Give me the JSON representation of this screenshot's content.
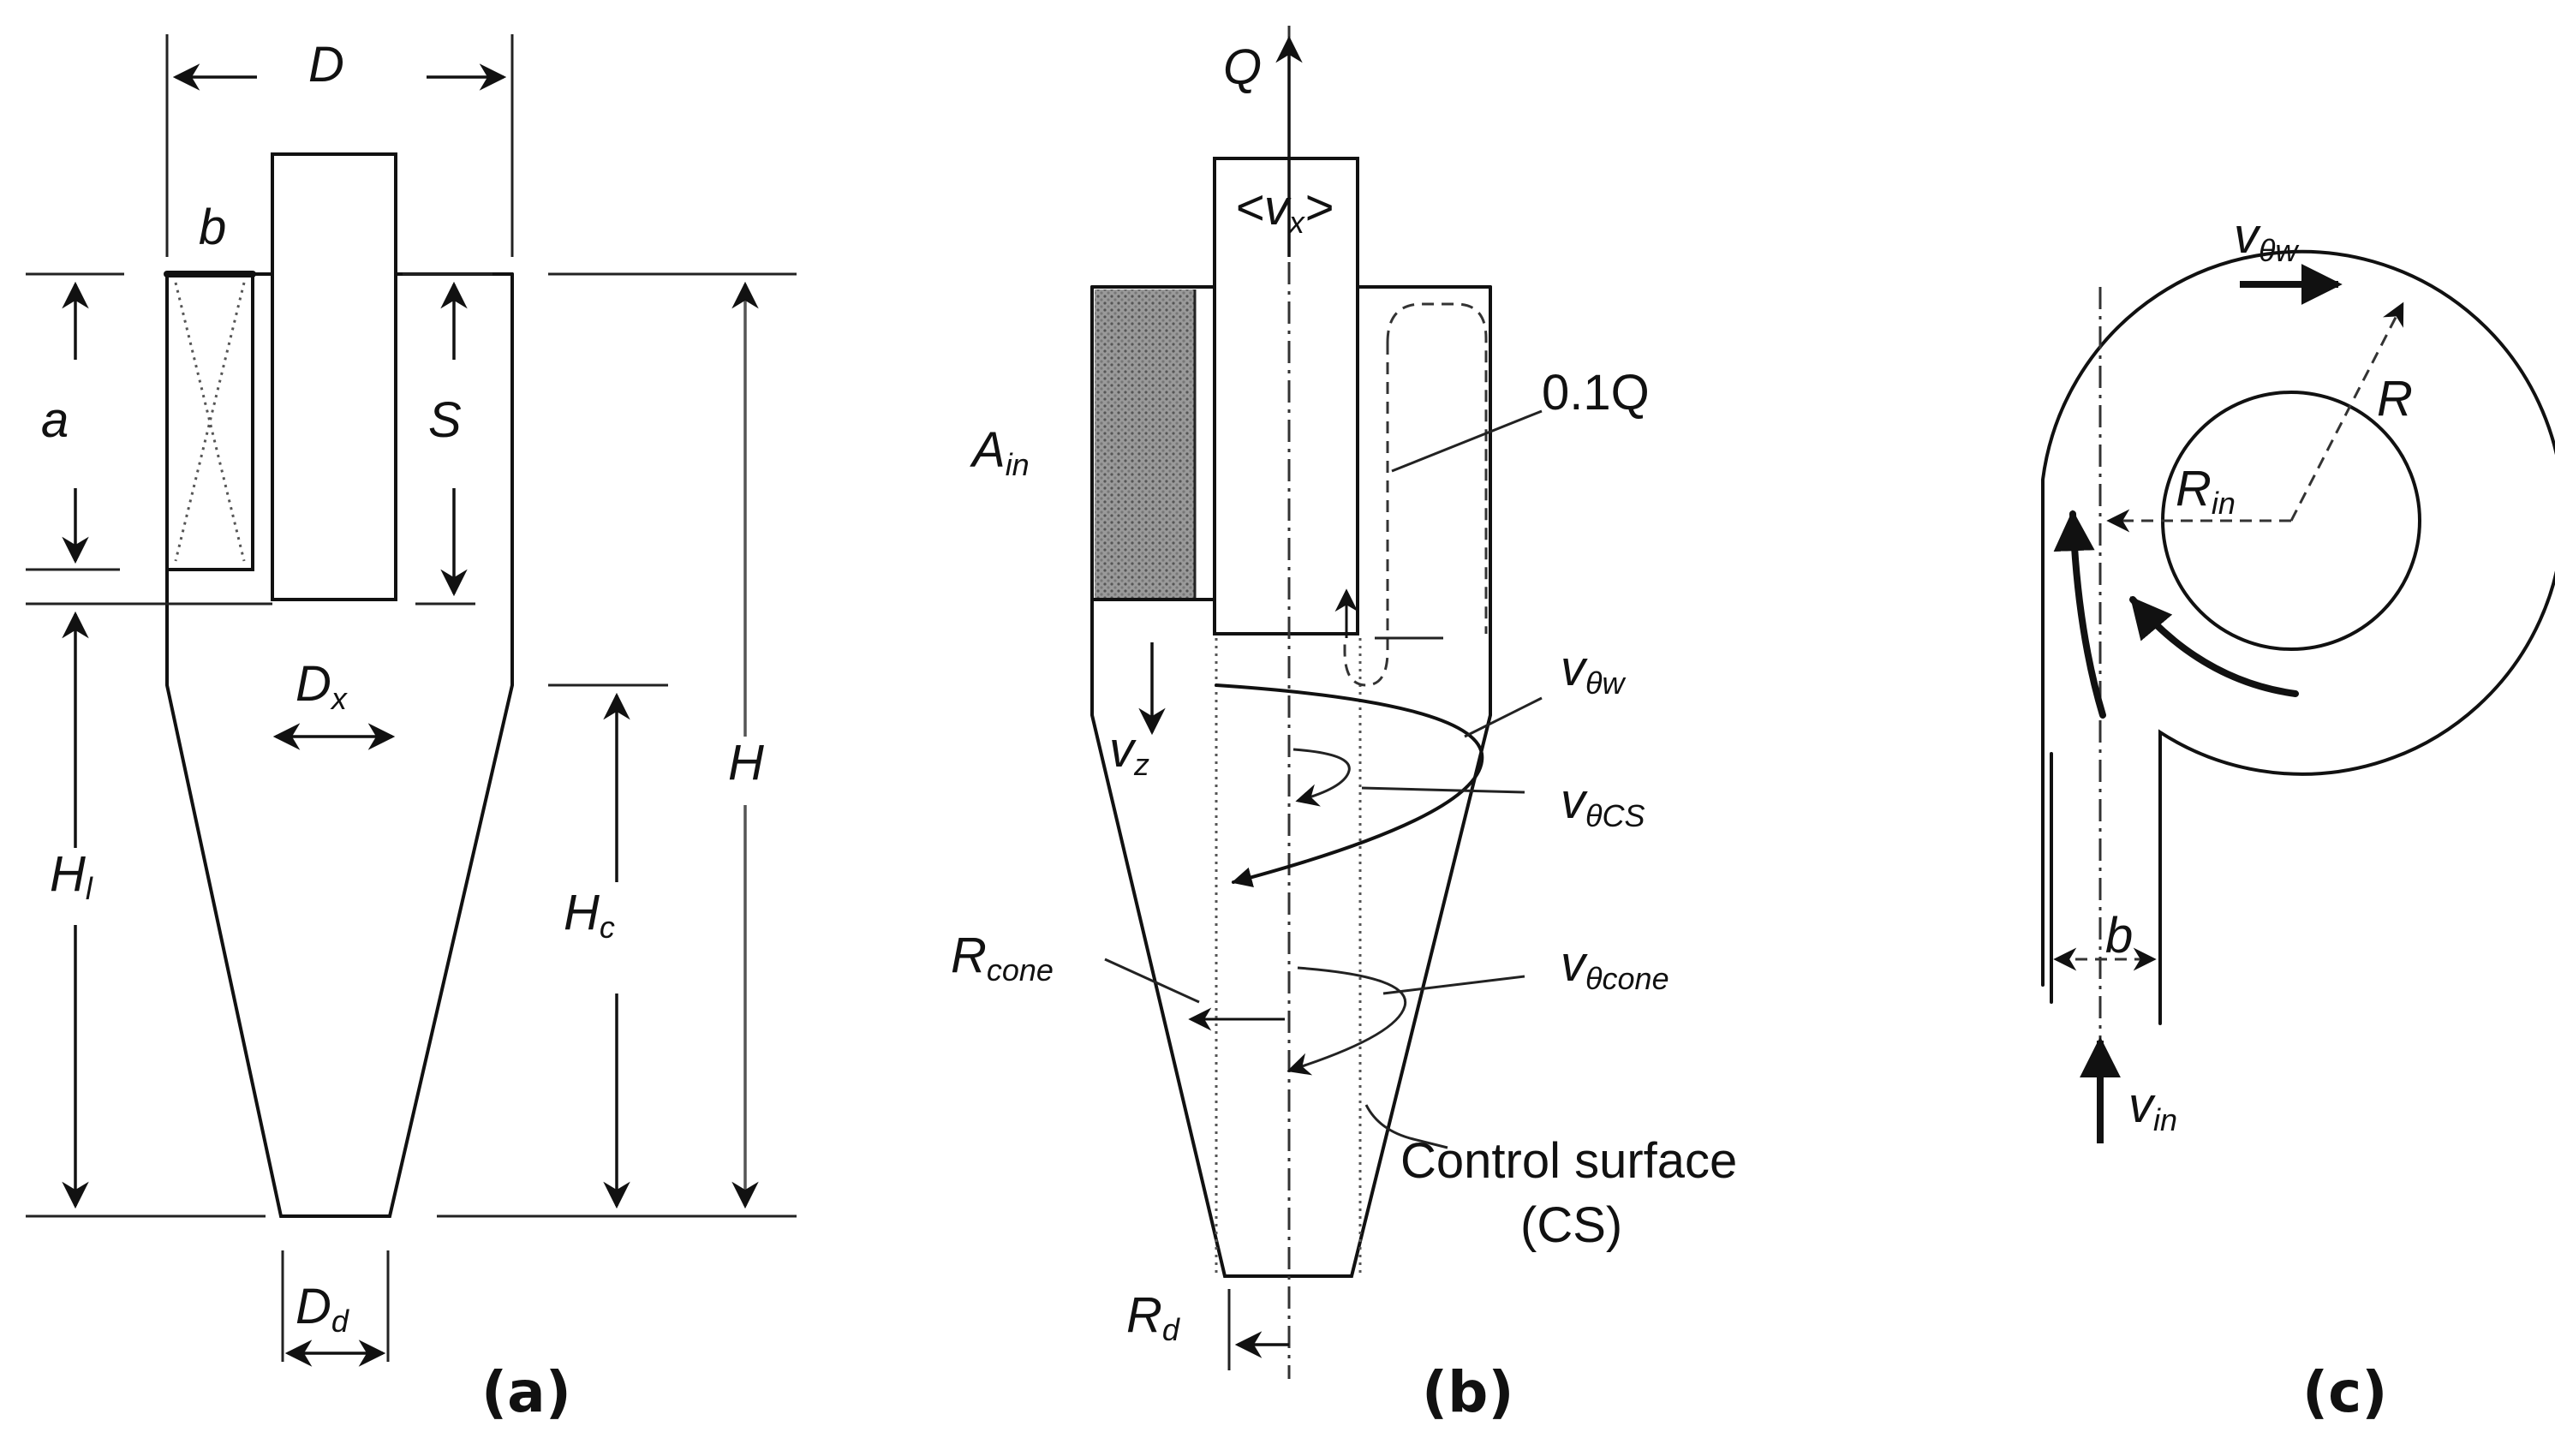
{
  "captions": {
    "a": "(a)",
    "b": "(b)",
    "c": "(c)"
  },
  "fig_a": {
    "D": "D",
    "b": "b",
    "a": "a",
    "S": "S",
    "Dx_base": "D",
    "Dx_sub": "x",
    "H": "H",
    "Hl_base": "H",
    "Hl_sub": "l",
    "Hc_base": "H",
    "Hc_sub": "c",
    "Dd_base": "D",
    "Dd_sub": "d"
  },
  "fig_b": {
    "Q": "Q",
    "vx": "<v",
    "vx_sub": "x",
    "vx_close": ">",
    "Ain_base": "A",
    "Ain_sub": "in",
    "q01": "0.1Q",
    "vtw_base": "v",
    "vtw_sub": "θw",
    "vz_base": "v",
    "vz_sub": "z",
    "vtcs_base": "v",
    "vtcs_sub": "θCS",
    "rcone_base": "R",
    "rcone_sub": "cone",
    "vtcone_base": "v",
    "vtcone_sub": "θcone",
    "cs_line1": "Control surface",
    "cs_line2": "(CS)",
    "rd_base": "R",
    "rd_sub": "d"
  },
  "fig_c": {
    "vtw_base": "v",
    "vtw_sub": "θw",
    "R": "R",
    "rin_base": "R",
    "rin_sub": "in",
    "b": "b",
    "vin_base": "v",
    "vin_sub": "in"
  }
}
